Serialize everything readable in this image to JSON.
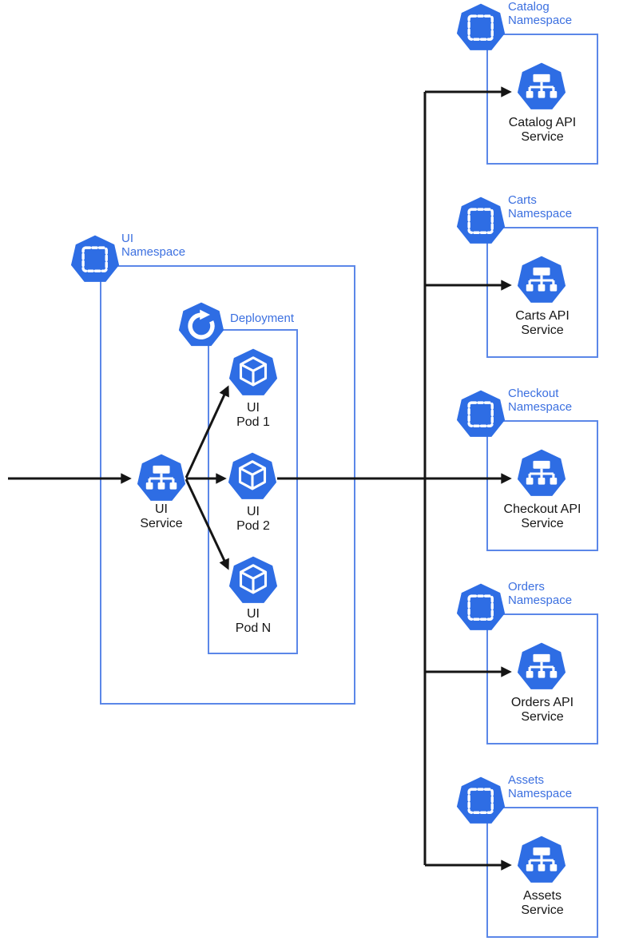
{
  "colors": {
    "icon_blue": "#2e6de4",
    "border_blue": "#5b87e8",
    "label_blue": "#3c70e0",
    "line_black": "#151515"
  },
  "ui_group": {
    "namespace_label": "UI\nNamespace",
    "deployment_label": "Deployment",
    "service_label": "UI\nService",
    "pods": [
      {
        "label": "UI\nPod 1"
      },
      {
        "label": "UI\nPod 2"
      },
      {
        "label": "UI\nPod N"
      }
    ]
  },
  "right_namespaces": [
    {
      "namespace_label": "Catalog\nNamespace",
      "service_label": "Catalog API\nService"
    },
    {
      "namespace_label": "Carts\nNamespace",
      "service_label": "Carts API\nService"
    },
    {
      "namespace_label": "Checkout\nNamespace",
      "service_label": "Checkout API\nService"
    },
    {
      "namespace_label": "Orders\nNamespace",
      "service_label": "Orders API\nService"
    },
    {
      "namespace_label": "Assets\nNamespace",
      "service_label": "Assets\nService"
    }
  ],
  "icons": {
    "namespace": "blue heptagon with white dashed square (k8s namespace)",
    "service": "blue heptagon with white network tree (k8s service)",
    "deployment": "blue heptagon with white circular arrow (k8s deployment)",
    "pod": "blue heptagon with white cube outline (k8s pod)"
  }
}
